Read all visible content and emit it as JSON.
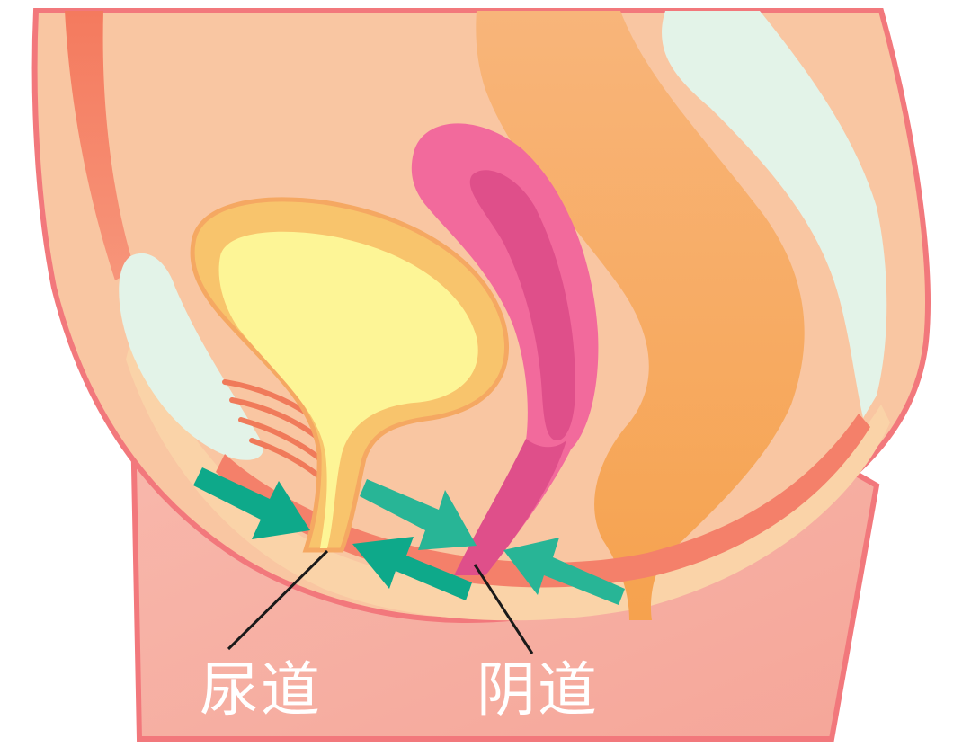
{
  "diagram": {
    "subject": "female pelvic floor sagittal cross-section",
    "labels": {
      "urethra": "尿道",
      "vagina": "阴道"
    },
    "arrows": {
      "count": 4,
      "meaning": "pelvic floor muscle contraction directions"
    },
    "colors": {
      "outer_outline": "#F2787C",
      "tissue": "#F9C6A2",
      "tissue_light": "#FAD3A8",
      "muscle_band": "#F4806A",
      "bladder_wall": "#F8C46C",
      "bladder_inner": "#FDF596",
      "uterus": "#F26A9C",
      "uterus_inner": "#DF4F8A",
      "rectum": "#F6A955",
      "bone": "#E3F3E8",
      "lower_body": "#F6ABA0",
      "arrow_dark": "#0EA98A",
      "arrow_light": "#28B596",
      "leader_line": "#1A1A1A",
      "label_text": "#FFFFFF"
    }
  }
}
